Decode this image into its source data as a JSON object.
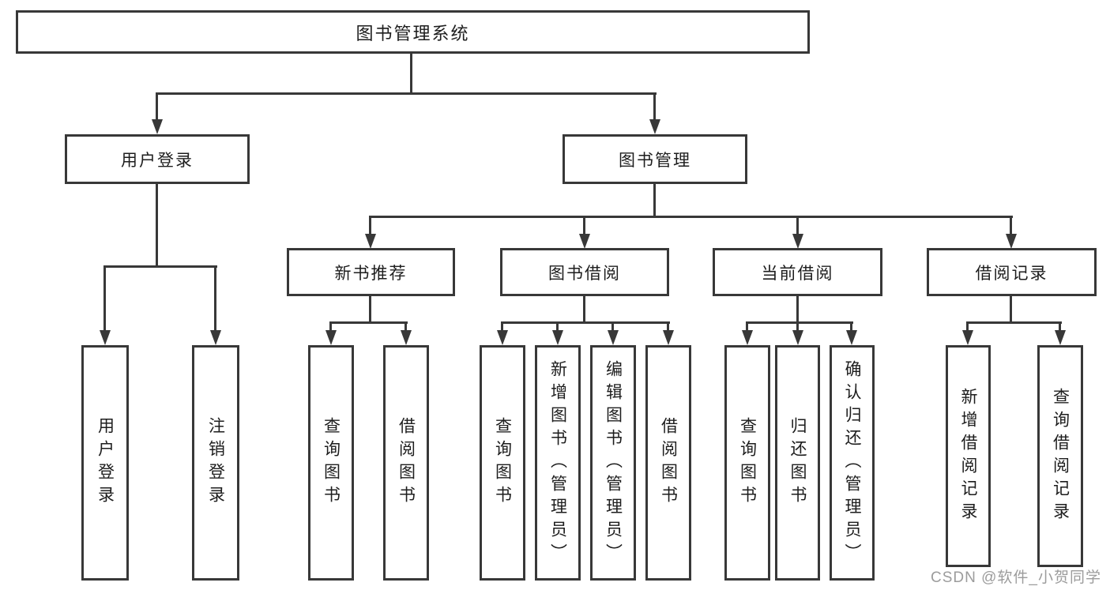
{
  "diagram": {
    "root": {
      "label": "图书管理系统"
    },
    "level2": [
      {
        "label": "用户登录"
      },
      {
        "label": "图书管理"
      }
    ],
    "level3": [
      {
        "label": "新书推荐"
      },
      {
        "label": "图书借阅"
      },
      {
        "label": "当前借阅"
      },
      {
        "label": "借阅记录"
      }
    ],
    "leaves": {
      "user_login": [
        {
          "label": "用户登录"
        },
        {
          "label": "注销登录"
        }
      ],
      "new_book_recommend": [
        {
          "label": "查询图书"
        },
        {
          "label": "借阅图书"
        }
      ],
      "book_borrow": [
        {
          "label": "查询图书"
        },
        {
          "label": "新增图书（管理员）"
        },
        {
          "label": "编辑图书（管理员）"
        },
        {
          "label": "借阅图书"
        }
      ],
      "current_borrow": [
        {
          "label": "查询图书"
        },
        {
          "label": "归还图书"
        },
        {
          "label": "确认归还（管理员）"
        }
      ],
      "borrow_record": [
        {
          "label": "新增借阅记录"
        },
        {
          "label": "查询借阅记录"
        }
      ]
    },
    "colors": {
      "line": "#383838",
      "text": "#1d1d1d",
      "watermark": "#9c9c9c",
      "background": "#ffffff"
    },
    "watermark": "CSDN @软件_小贺同学"
  }
}
